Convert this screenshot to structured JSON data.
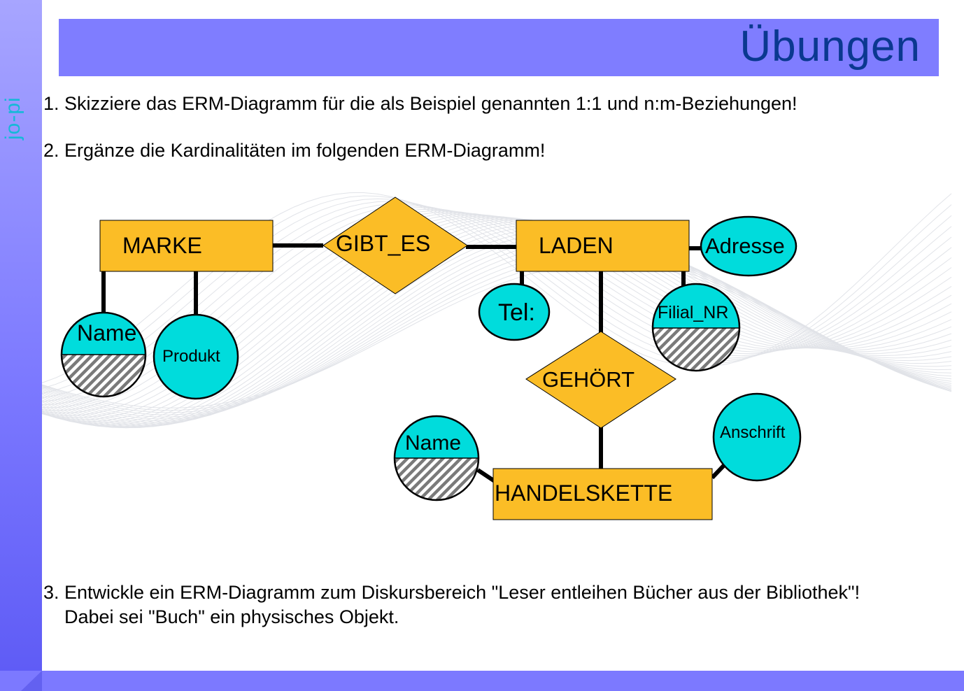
{
  "brand": "jo-pi",
  "title": "Übungen",
  "tasks": {
    "t1": "1. Skizziere das ERM-Diagramm für die als Beispiel genannten 1:1 und n:m-Beziehungen!",
    "t2": "2. Ergänze die Kardinalitäten im folgenden ERM-Diagramm!",
    "t3_number": "3.",
    "t3_text": "Entwickle ein ERM-Diagramm zum Diskursbereich \"Leser entleihen Bücher aus der Bibliothek\"! Dabei sei \"Buch\" ein physisches Objekt."
  },
  "diagram": {
    "entities": {
      "marke": "MARKE",
      "laden": "LADEN",
      "handelskette": "HANDELSKETTE"
    },
    "relationships": {
      "gibt_es": "GIBT_ES",
      "gehoert": "GEHÖRT"
    },
    "attributes": {
      "marke_name": "Name",
      "marke_produkt": "Produkt",
      "laden_tel": "Tel:",
      "laden_adresse": "Adresse",
      "laden_filial_nr": "Filial_NR",
      "kette_name": "Name",
      "kette_anschrift": "Anschrift"
    },
    "colors": {
      "entity": "#fbbd26",
      "relationship": "#fbbd26",
      "attribute": "#00dcdc",
      "key_hatch": "#7a7a7a",
      "header": "#7f7dff",
      "title_text": "#0a3890",
      "brand_text": "#14b9d8"
    }
  }
}
